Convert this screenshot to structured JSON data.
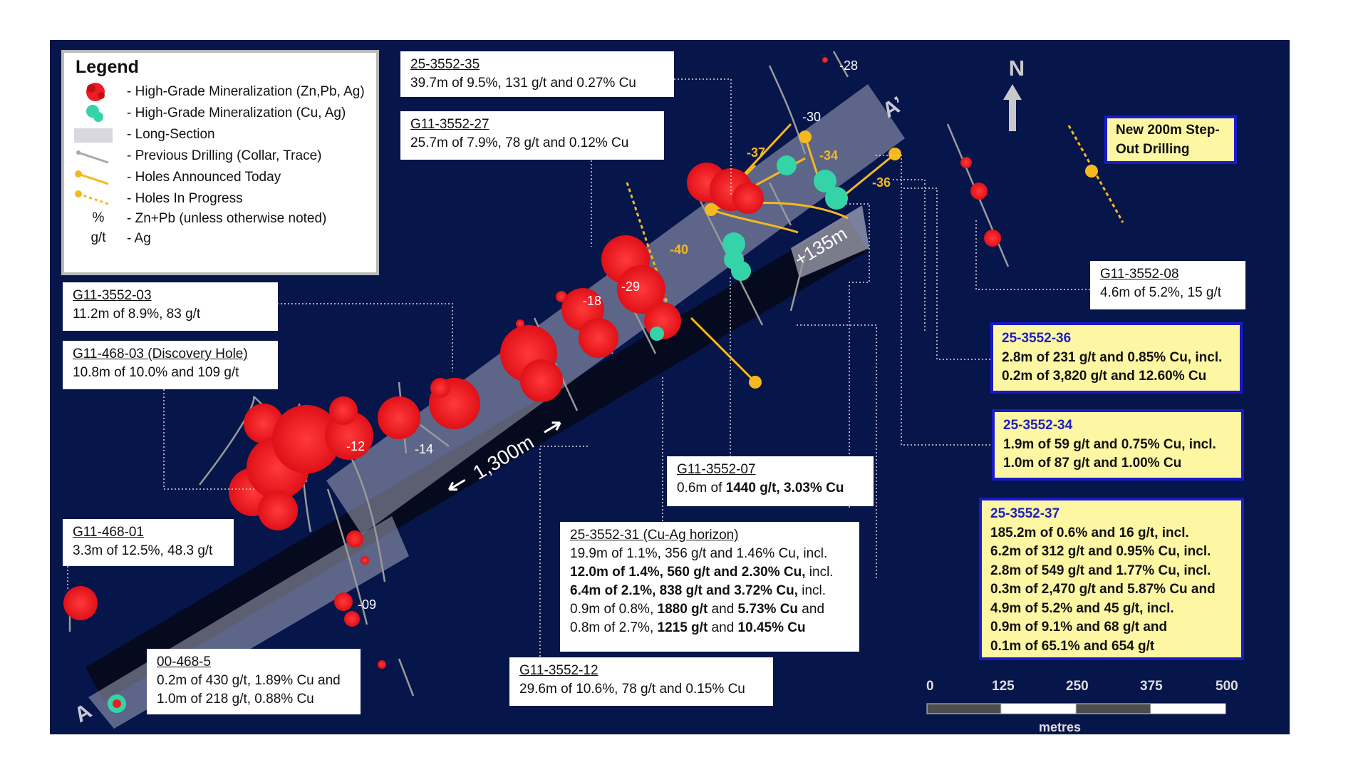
{
  "legend": {
    "title": "Legend",
    "items": [
      {
        "label": "- High-Grade Mineralization (Zn,Pb, Ag)",
        "icon": "red-cluster-icon",
        "color": "#ee1c24"
      },
      {
        "label": "- High-Grade Mineralization (Cu, Ag)",
        "icon": "teal-cluster-icon",
        "color": "#35d3a8"
      },
      {
        "label": "- Long-Section",
        "icon": "grey-rectangle-icon",
        "color": "#c8c8d6"
      },
      {
        "label": "- Previous Drilling (Collar, Trace)",
        "icon": "grey-trace-icon",
        "color": "#aaaaaa"
      },
      {
        "label": "- Holes Announced Today",
        "icon": "yellow-trace-icon",
        "color": "#f5b81e"
      },
      {
        "label": "- Holes In Progress",
        "icon": "yellow-dotted-trace-icon",
        "color": "#f5b81e"
      },
      {
        "label": "- Zn+Pb (unless otherwise noted)",
        "symbol": "%"
      },
      {
        "label": "- Ag",
        "symbol": "g/t"
      }
    ]
  },
  "north_label": "N",
  "section_labels": {
    "a": "A",
    "a_prime": "A’",
    "length": "1,300m",
    "offset": "+135m"
  },
  "hole_labels": [
    "-28",
    "-30",
    "-37",
    "-34",
    "-36",
    "-40",
    "-29",
    "-18",
    "-12",
    "-14",
    "-09"
  ],
  "boxes": {
    "b_35": {
      "title": "25-3552-35",
      "lines": [
        "39.7m of 9.5%, 131 g/t and 0.27% Cu"
      ]
    },
    "b_27": {
      "title": "G11-3552-27",
      "lines": [
        "25.7m of 7.9%, 78 g/t and 0.12% Cu"
      ]
    },
    "b_03": {
      "title": "G11-3552-03",
      "lines": [
        "11.2m of 8.9%, 83 g/t"
      ]
    },
    "b_disc": {
      "title": "G11-468-03 (Discovery Hole)",
      "lines": [
        "10.8m of 10.0% and 109 g/t"
      ]
    },
    "b_468_01": {
      "title": "G11-468-01",
      "lines": [
        "3.3m of 12.5%, 48.3 g/t"
      ]
    },
    "b_468_5": {
      "title": "00-468-5",
      "lines": [
        "0.2m of 430 g/t, 1.89% Cu and",
        "1.0m of 218 g/t, 0.88% Cu"
      ]
    },
    "b_12": {
      "title": "G11-3552-12",
      "lines": [
        "29.6m of 10.6%, 78 g/t and 0.15% Cu"
      ]
    },
    "b_07": {
      "title": "G11-3552-07",
      "line_pre": "0.6m of ",
      "line_bold": "1440 g/t, 3.03% Cu"
    },
    "b_31": {
      "title": "25-3552-31 (Cu-Ag horizon)",
      "l1": "19.9m of 1.1%, 356 g/t and 1.46% Cu, incl.",
      "l2_bold": "12.0m of 1.4%, 560 g/t and 2.30% Cu,",
      "l2_tail": " incl.",
      "l3_bold": "6.4m of 2.1%, 838 g/t and 3.72% Cu,",
      "l3_tail": " incl.",
      "l4_a": "0.9m of 0.8%, ",
      "l4_b": "1880 g/t",
      "l4_c": " and ",
      "l4_d": "5.73% Cu",
      "l4_e": " and",
      "l5_a": "0.8m of 2.7%, ",
      "l5_b": "1215 g/t",
      "l5_c": " and ",
      "l5_d": "10.45% Cu"
    },
    "b_08": {
      "title": "G11-3552-08",
      "lines": [
        "4.6m of 5.2%, 15 g/t"
      ]
    }
  },
  "yboxes": {
    "y_step": {
      "lines": [
        "New 200m Step-",
        "Out Drilling"
      ]
    },
    "y_36": {
      "title": "25-3552-36",
      "lines": [
        "2.8m of 231 g/t and 0.85% Cu, incl.",
        "0.2m of 3,820 g/t and 12.60% Cu"
      ]
    },
    "y_34": {
      "title": "25-3552-34",
      "lines": [
        "1.9m of 59 g/t and 0.75% Cu, incl.",
        "1.0m of 87 g/t and 1.00% Cu"
      ]
    },
    "y_37": {
      "title": "25-3552-37",
      "lines": [
        "185.2m of 0.6% and 16 g/t, incl.",
        "6.2m of 312 g/t and 0.95% Cu, incl.",
        "2.8m of 549 g/t and 1.77% Cu, incl.",
        "0.3m of 2,470 g/t and 5.87% Cu and",
        "4.9m of 5.2% and 45 g/t, incl.",
        "0.9m of 9.1% and 68 g/t and",
        "0.1m of 65.1% and 654 g/t"
      ]
    }
  },
  "scale": {
    "ticks": [
      "0",
      "125",
      "250",
      "375",
      "500"
    ],
    "unit": "metres"
  },
  "colors": {
    "background": "#06154a",
    "zn_pb": "#ee1c24",
    "cu_ag": "#35d3a8",
    "announced": "#f5b81e",
    "section": "#c8c8d6"
  }
}
